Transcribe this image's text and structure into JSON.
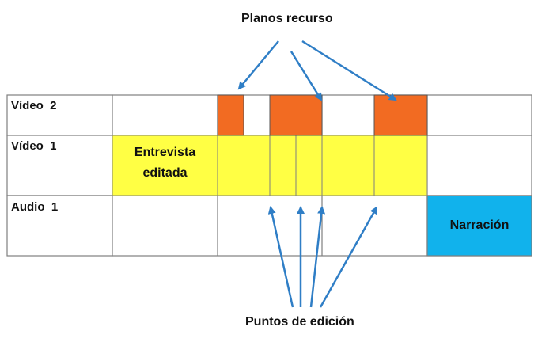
{
  "top_label": "Planos recurso",
  "bottom_label": "Puntos de edición",
  "tracks": {
    "video2": "Vídeo  2",
    "video1": "Vídeo  1",
    "audio1": "Audio  1"
  },
  "blocks": {
    "interview_line1": "Entrevista",
    "interview_line2": "editada",
    "narration": "Narración"
  },
  "colors": {
    "broll": "#f26b22",
    "video": "#ffff44",
    "narration": "#11b2ec",
    "arrow": "#2f7ec6",
    "grid": "#7f7f7f"
  }
}
